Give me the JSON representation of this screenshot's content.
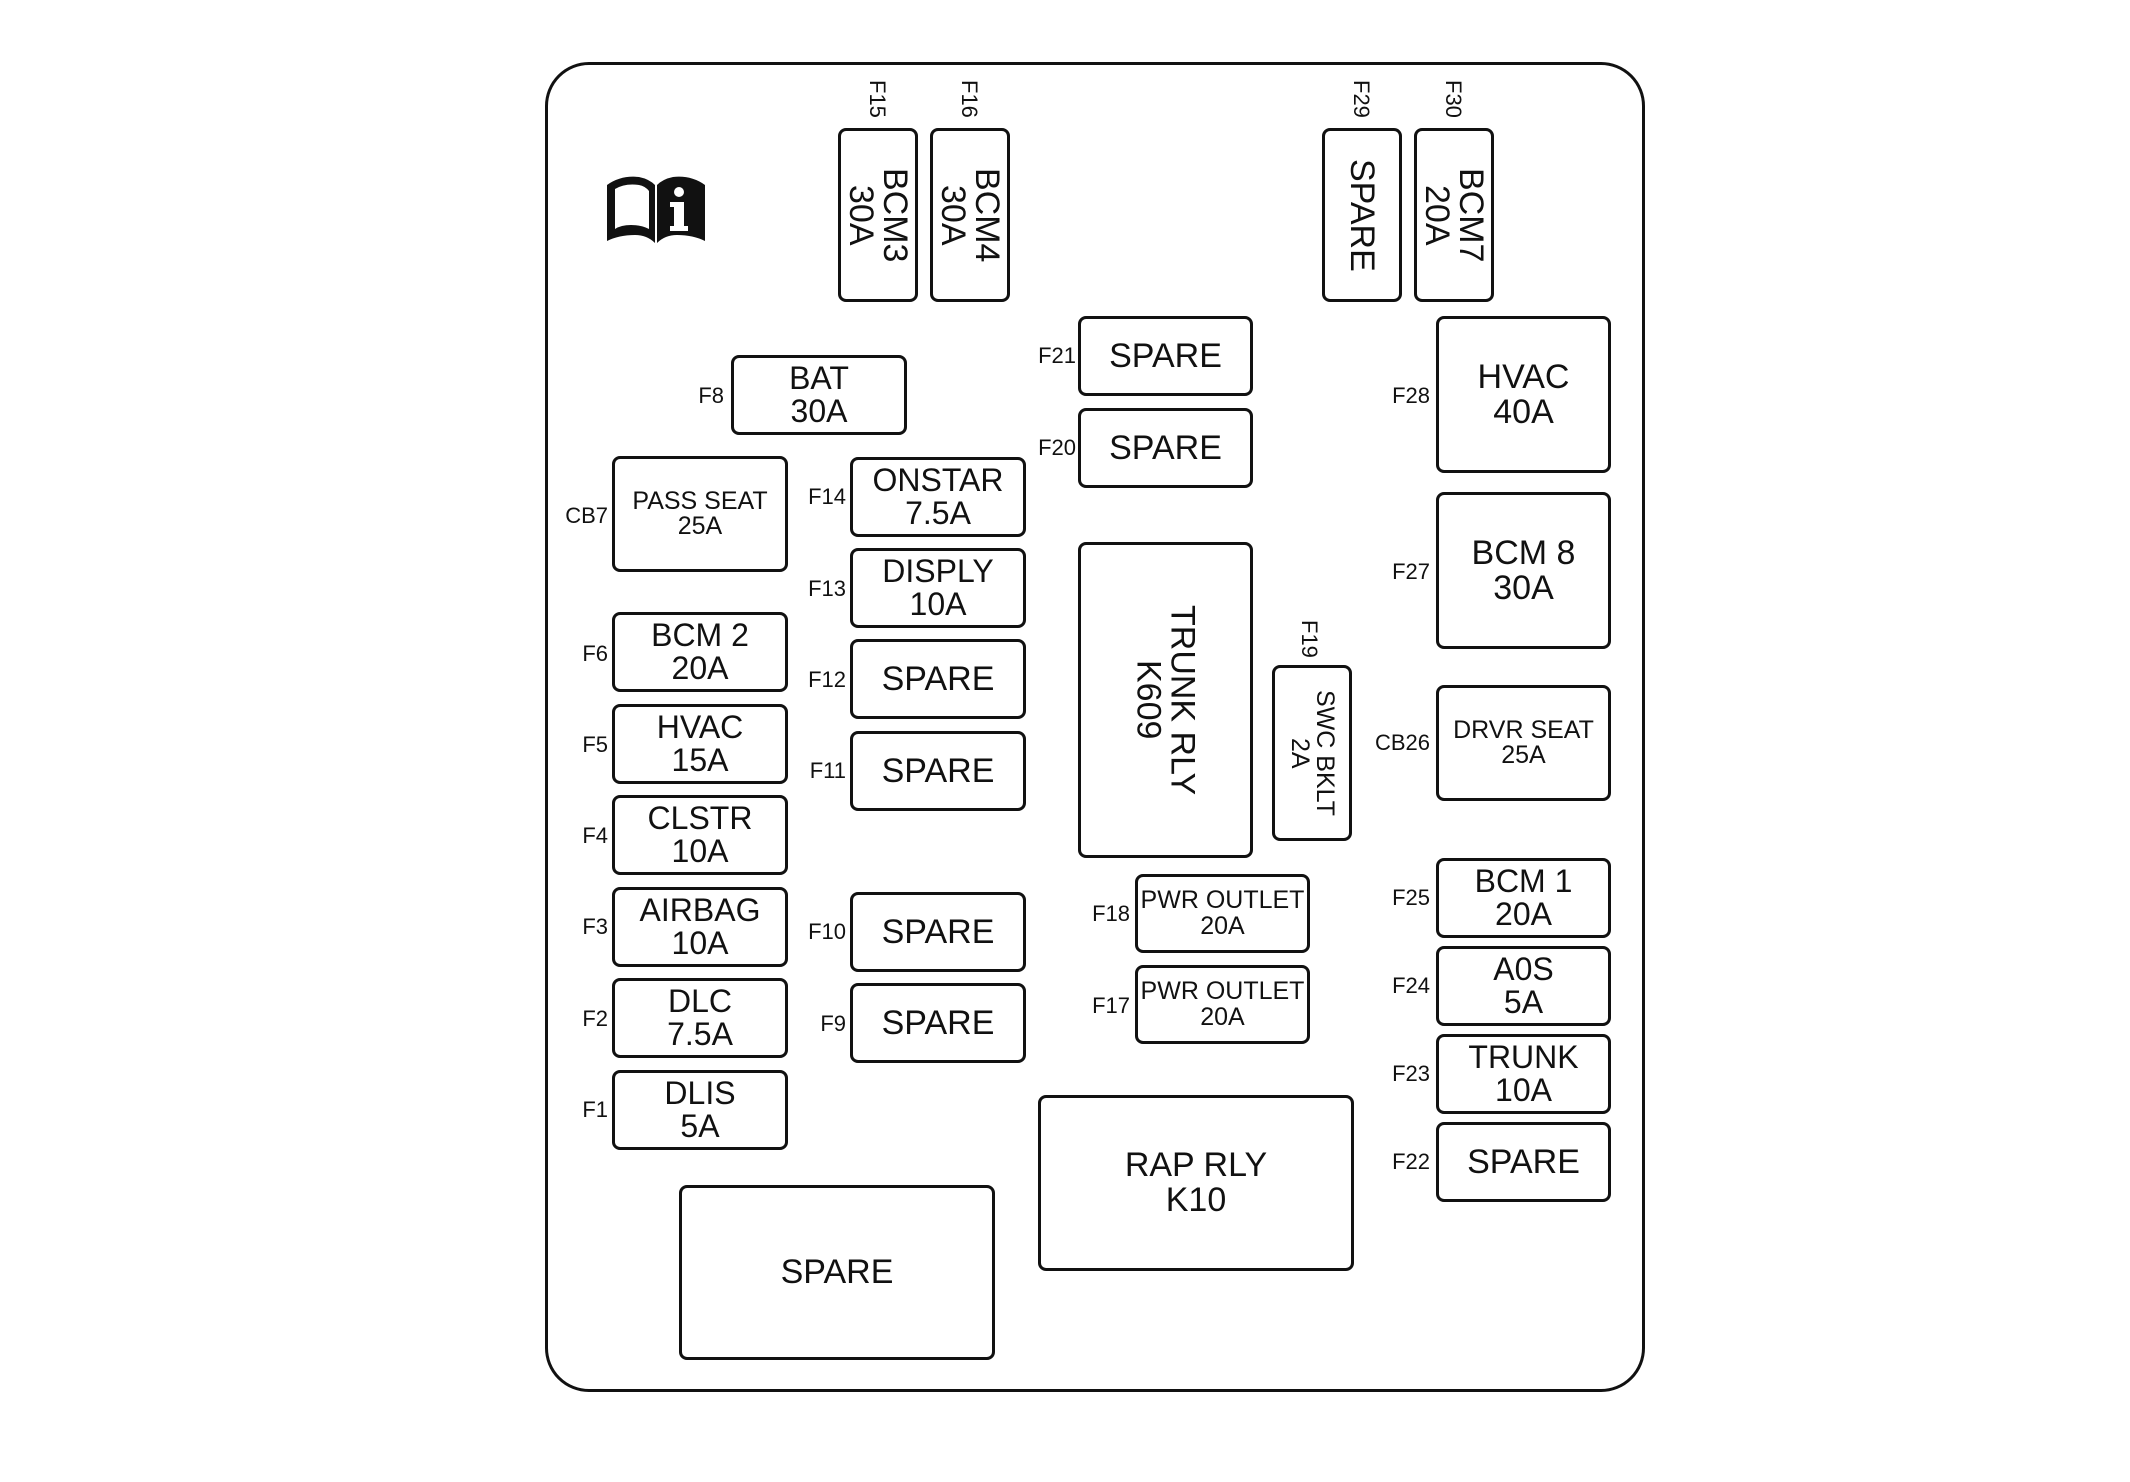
{
  "fuses": {
    "f15": {
      "id": "F15",
      "l1": "BCM3",
      "l2": "30A"
    },
    "f16": {
      "id": "F16",
      "l1": "BCM4",
      "l2": "30A"
    },
    "f29": {
      "id": "F29",
      "l1": "SPARE",
      "l2": ""
    },
    "f30": {
      "id": "F30",
      "l1": "BCM7",
      "l2": "20A"
    },
    "f21": {
      "id": "F21",
      "l1": "SPARE",
      "l2": ""
    },
    "f20": {
      "id": "F20",
      "l1": "SPARE",
      "l2": ""
    },
    "f8": {
      "id": "F8",
      "l1": "BAT",
      "l2": "30A"
    },
    "f28": {
      "id": "F28",
      "l1": "HVAC",
      "l2": "40A"
    },
    "cb7": {
      "id": "CB7",
      "l1": "PASS SEAT",
      "l2": "25A"
    },
    "f14": {
      "id": "F14",
      "l1": "ONSTAR",
      "l2": "7.5A"
    },
    "f13": {
      "id": "F13",
      "l1": "DISPLY",
      "l2": "10A"
    },
    "f27": {
      "id": "F27",
      "l1": "BCM 8",
      "l2": "30A"
    },
    "f6": {
      "id": "F6",
      "l1": "BCM 2",
      "l2": "20A"
    },
    "f12": {
      "id": "F12",
      "l1": "SPARE",
      "l2": ""
    },
    "f5": {
      "id": "F5",
      "l1": "HVAC",
      "l2": "15A"
    },
    "f11": {
      "id": "F11",
      "l1": "SPARE",
      "l2": ""
    },
    "f19": {
      "id": "F19",
      "l1": "SWC BKLT",
      "l2": "2A"
    },
    "cb26": {
      "id": "CB26",
      "l1": "DRVR SEAT",
      "l2": "25A"
    },
    "f4": {
      "id": "F4",
      "l1": "CLSTR",
      "l2": "10A"
    },
    "f3": {
      "id": "F3",
      "l1": "AIRBAG",
      "l2": "10A"
    },
    "f10": {
      "id": "F10",
      "l1": "SPARE",
      "l2": ""
    },
    "f18": {
      "id": "F18",
      "l1": "PWR OUTLET",
      "l2": "20A"
    },
    "f25": {
      "id": "F25",
      "l1": "BCM 1",
      "l2": "20A"
    },
    "f2": {
      "id": "F2",
      "l1": "DLC",
      "l2": "7.5A"
    },
    "f9": {
      "id": "F9",
      "l1": "SPARE",
      "l2": ""
    },
    "f17": {
      "id": "F17",
      "l1": "PWR OUTLET",
      "l2": "20A"
    },
    "f24": {
      "id": "F24",
      "l1": "A0S",
      "l2": "5A"
    },
    "f1": {
      "id": "F1",
      "l1": "DLIS",
      "l2": "5A"
    },
    "f23": {
      "id": "F23",
      "l1": "TRUNK",
      "l2": "10A"
    },
    "f22": {
      "id": "F22",
      "l1": "SPARE",
      "l2": ""
    }
  },
  "relays": {
    "trunk": {
      "l1": "TRUNK RLY",
      "l2": "K609"
    },
    "rap": {
      "l1": "RAP RLY",
      "l2": "K10"
    },
    "spare_block": {
      "l1": "SPARE"
    }
  },
  "icons": {
    "manual": "book-info-icon"
  }
}
